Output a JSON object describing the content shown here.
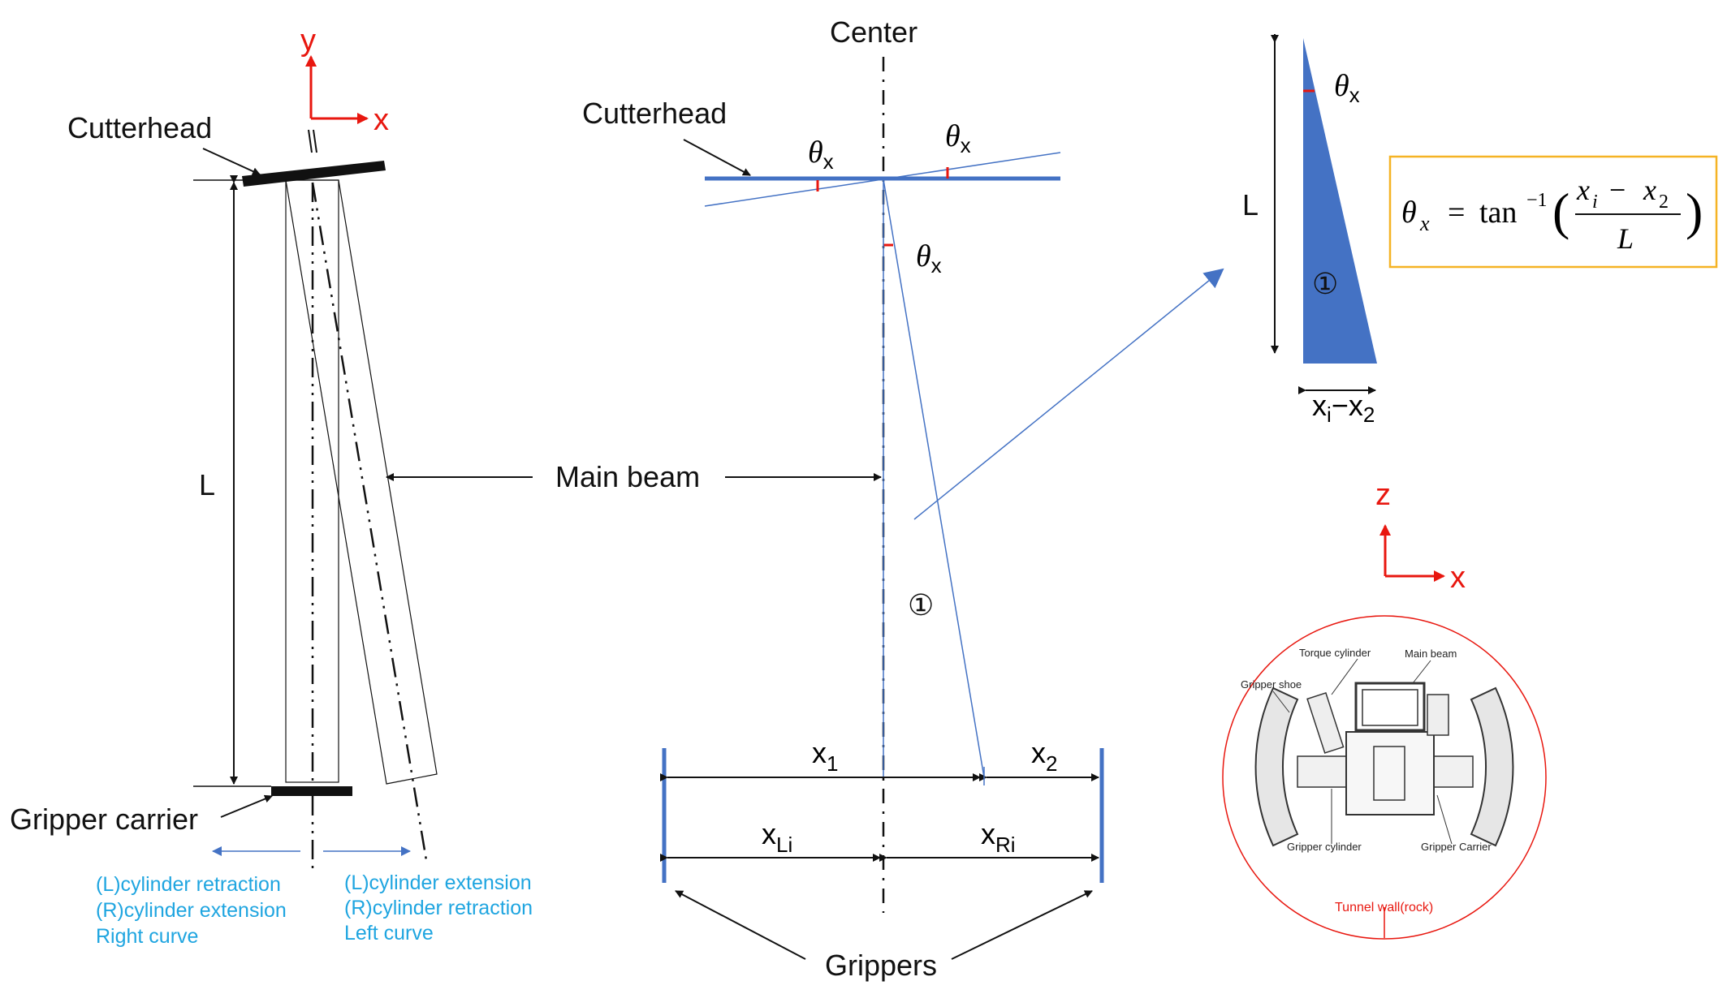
{
  "left_panel": {
    "axis": {
      "x_label": "x",
      "y_label": "y"
    },
    "cutterhead_label": "Cutterhead",
    "length_label": "L",
    "gripper_carrier_label": "Gripper carrier",
    "right_curve_lines": [
      "(L)cylinder retraction",
      "(R)cylinder extension",
      "Right curve"
    ],
    "left_curve_lines": [
      "(L)cylinder extension",
      "(R)cylinder retraction",
      "Left curve"
    ]
  },
  "center_panel": {
    "center_label": "Center",
    "cutterhead_label": "Cutterhead",
    "theta_symbol": "θ",
    "theta_subscript": "x",
    "main_beam_label": "Main beam",
    "circled_one": "①",
    "x1_base": "x",
    "x1_sub": "1",
    "x2_base": "x",
    "x2_sub": "2",
    "xLi_base": "x",
    "xLi_sub": "Li",
    "xRi_base": "x",
    "xRi_sub": "Ri",
    "grippers_label": "Grippers"
  },
  "triangle_panel": {
    "length_label": "L",
    "theta_symbol": "θ",
    "theta_subscript": "x",
    "circled_one": "①",
    "base_label_1": "x",
    "base_sub_1": "i",
    "base_dash": "−",
    "base_label_2": "x",
    "base_sub_2": "2",
    "formula": {
      "lhs": "θ",
      "lhs_sub": "x",
      "eq": "=",
      "func": "tan",
      "sup": "−1",
      "num": "x",
      "num_sub1": "i",
      "minus": "−",
      "num2": "x",
      "num_sub2": "2",
      "den": "L"
    }
  },
  "section_panel": {
    "axis": {
      "z_label": "z",
      "x_label": "x"
    },
    "torque_cylinder": "Torque cylinder",
    "main_beam": "Main beam",
    "gripper_shoe": "Gripper shoe",
    "gripper_cylinder": "Gripper cylinder",
    "gripper_carrier": "Gripper Carrier",
    "tunnel_wall": "Tunnel wall(rock)"
  },
  "colors": {
    "accent_blue": "#4472c4",
    "annotation_cyan": "#1fa5e0",
    "axis_red": "#e8170f",
    "formula_border": "#f5b324"
  }
}
